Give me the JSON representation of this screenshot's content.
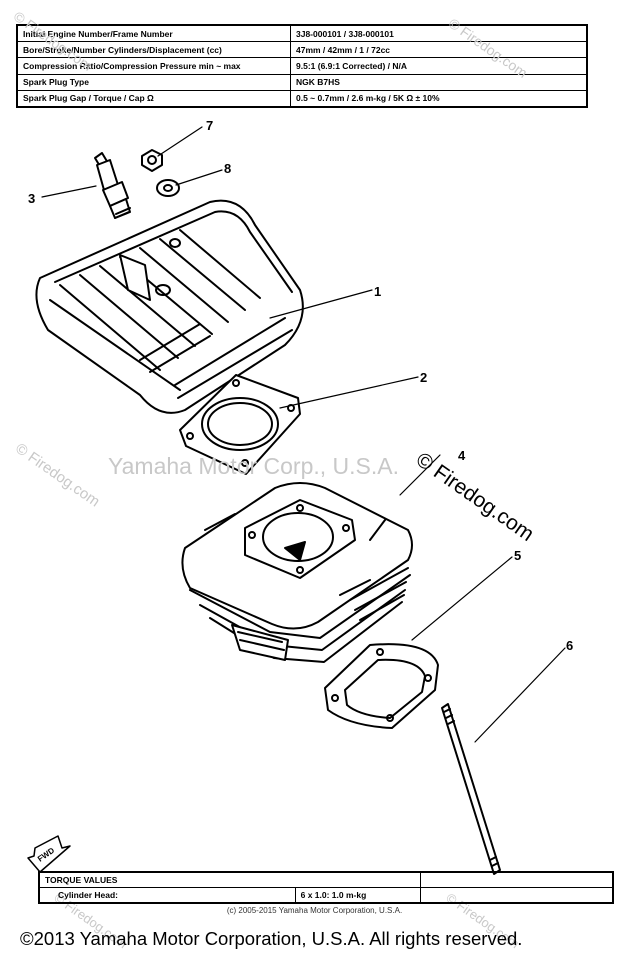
{
  "specs": [
    {
      "label": "Initial Engine Number/Frame Number",
      "value": "3J8-000101 / 3J8-000101"
    },
    {
      "label": "Bore/Stroke/Number Cylinders/Displacement (cc)",
      "value": "47mm / 42mm / 1 / 72cc"
    },
    {
      "label": "Compression Ratio/Compression Pressure min ~ max",
      "value": "9.5:1 (6.9:1 Corrected) / N/A"
    },
    {
      "label": "Spark Plug Type",
      "value": "NGK B7HS"
    },
    {
      "label": "Spark Plug Gap / Torque / Cap Ω",
      "value": "0.5 ~ 0.7mm / 2.6 m-kg / 5K Ω ± 10%"
    }
  ],
  "callouts": [
    "1",
    "2",
    "3",
    "4",
    "5",
    "6",
    "7",
    "8"
  ],
  "fwd_label": "FWD",
  "torque": {
    "title": "TORQUE VALUES",
    "rows": [
      {
        "label": "Cylinder Head:",
        "value": "6 x 1.0: 1.0 m-kg"
      }
    ]
  },
  "watermarks": {
    "center": "Yamaha Motor Corp., U.S.A.",
    "firedog": "© Firedog.com"
  },
  "copyright_small": "(c) 2005-2015 Yamaha Motor Corporation, U.S.A.",
  "copyright": "©2013 Yamaha Motor Corporation, U.S.A. All rights reserved."
}
